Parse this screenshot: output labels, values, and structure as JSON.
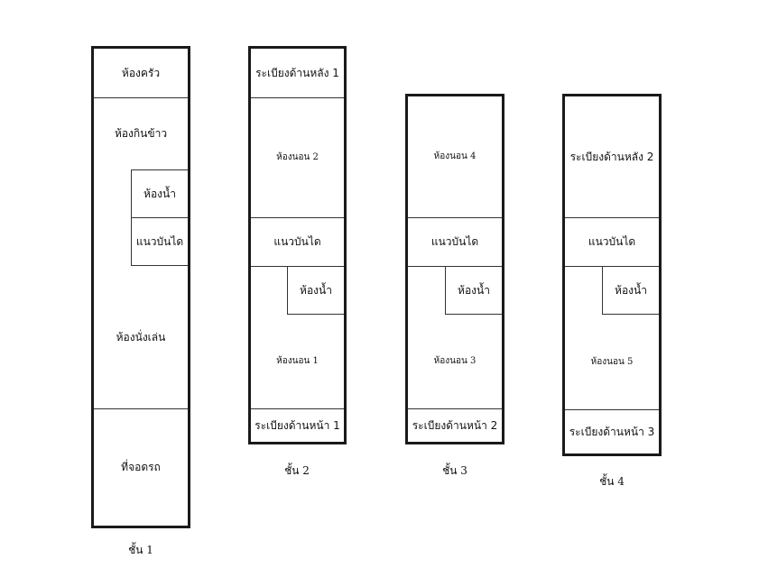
{
  "floors": [
    {
      "caption": "ชั้น 1",
      "rooms": [
        "ห้องครัว",
        "ห้องกินข้าว",
        "ห้องน้ำ",
        "แนวบันได",
        "ห้องนั่งเล่น",
        "ที่จอดรถ"
      ]
    },
    {
      "caption": "ชั้น 2",
      "rooms": [
        "ระเบียงด้านหลัง 1",
        "ห้องนอน 2",
        "แนวบันได",
        "ห้องน้ำ",
        "ห้องนอน 1",
        "ระเบียงด้านหน้า 1"
      ]
    },
    {
      "caption": "ชั้น 3",
      "rooms": [
        "ห้องนอน 4",
        "แนวบันได",
        "ห้องน้ำ",
        "ห้องนอน 3",
        "ระเบียงด้านหน้า 2"
      ]
    },
    {
      "caption": "ชั้น 4",
      "rooms": [
        "ระเบียงด้านหลัง 2",
        "แนวบันได",
        "ห้องน้ำ",
        "ห้องนอน 5",
        "ระเบียงด้านหน้า 3"
      ]
    }
  ]
}
